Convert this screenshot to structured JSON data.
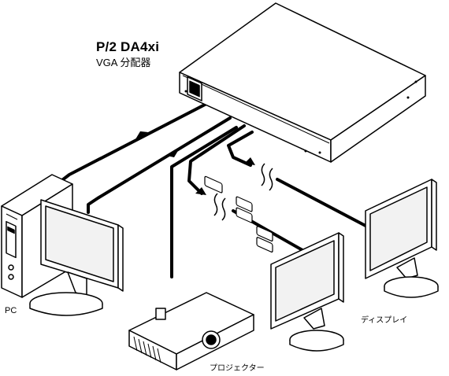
{
  "diagram": {
    "title": "P/2 DA4xi",
    "subtitle": "VGA 分配器",
    "labels": {
      "pc": "PC",
      "display": "ディスプレイ",
      "projector": "プロジェクター"
    },
    "colors": {
      "line": "#000000",
      "background": "#ffffff",
      "screen_shade": "#f2f2f2"
    },
    "icons": [
      "distribution-amplifier",
      "pc-tower",
      "monitor",
      "projector",
      "cable-break"
    ]
  }
}
